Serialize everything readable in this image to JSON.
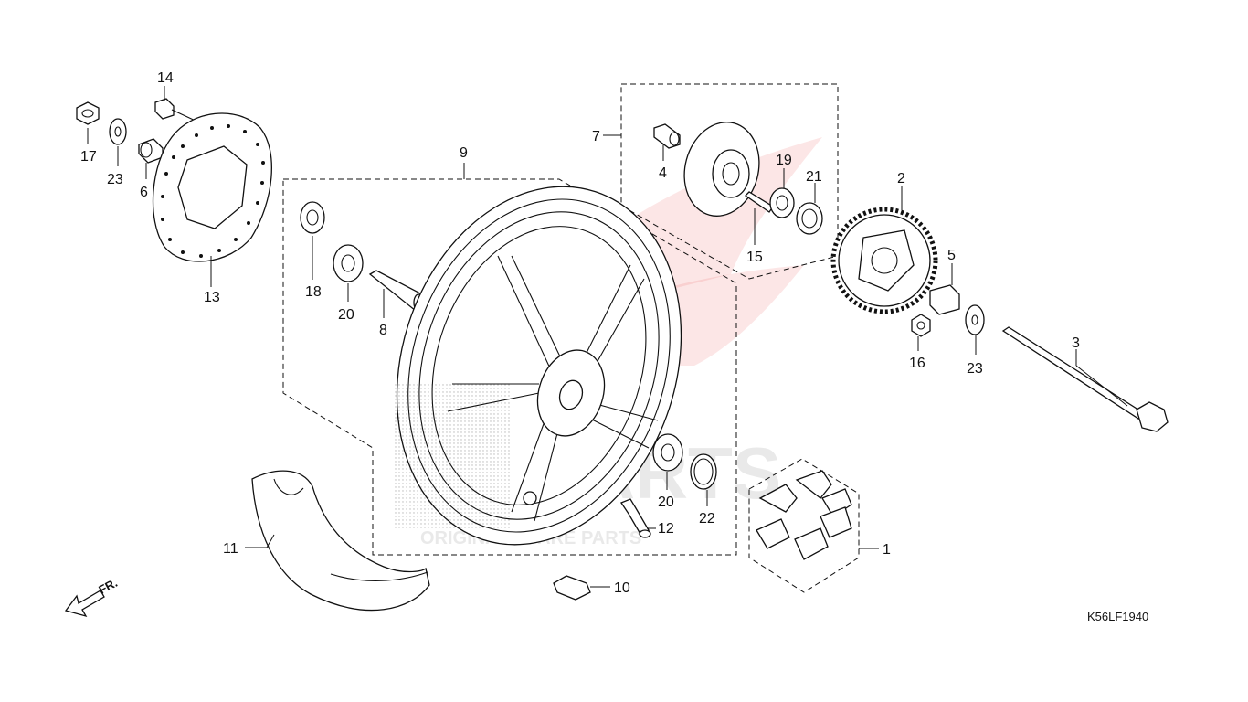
{
  "diagram_code": "K56LF1940",
  "direction_label": "FR.",
  "watermark": {
    "brand": "PARTS",
    "tagline": "ORIGINAL SPARE PARTS"
  },
  "callouts": {
    "c1": "1",
    "c2": "2",
    "c3": "3",
    "c4": "4",
    "c5": "5",
    "c6": "6",
    "c7": "7",
    "c8": "8",
    "c9": "9",
    "c10": "10",
    "c11": "11",
    "c12": "12",
    "c13": "13",
    "c14": "14",
    "c15": "15",
    "c16": "16",
    "c17": "17",
    "c18": "18",
    "c19": "19",
    "c20a": "20",
    "c20b": "20",
    "c21": "21",
    "c22": "22",
    "c23a": "23",
    "c23b": "23"
  },
  "colors": {
    "line": "#111111",
    "watermark": "#e83a3a",
    "background": "#ffffff"
  }
}
